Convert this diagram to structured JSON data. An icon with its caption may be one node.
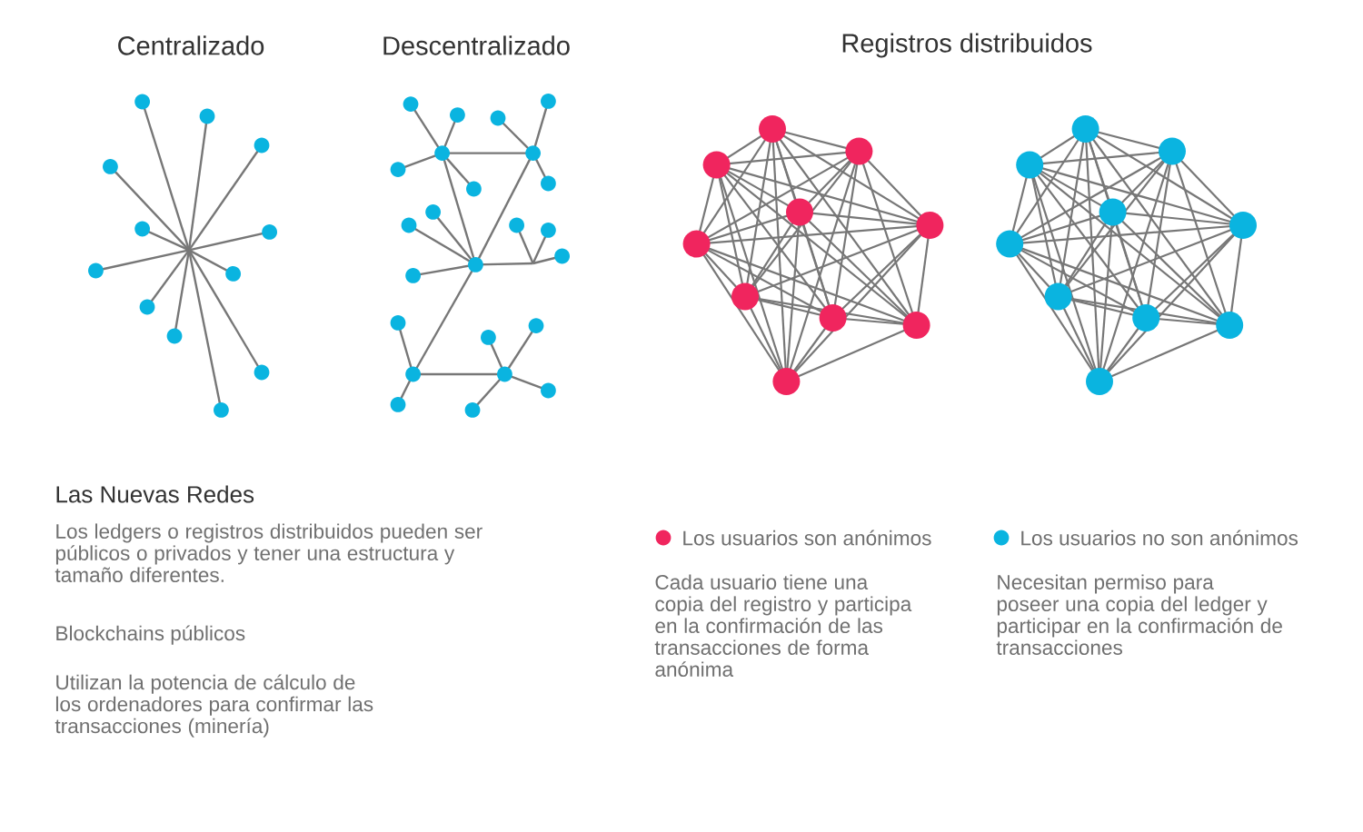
{
  "diagram": {
    "labels": [
      "Centralizado",
      "Descentralizado",
      "Registros distribuidos",
      "Las Nuevas Redes",
      "Los ledgers o registros distribuidos pueden ser públicos o privados y tener una estructura y tamaño diferentes.",
      "Blockchains públicos",
      "Utilizan la potencia de cálculo de los ordenadores para confirmar las transacciones (minería)",
      "Cada usuario tiene una copia del registro y participa en la confirmación de las transacciones de forma anónima",
      "Necesitan permiso para poseer una copia del ledger y participar en la confirmación de transacciones"
    ],
    "legend": [
      {
        "text": "Los usuarios son anónimos",
        "color": "#f0255e"
      },
      {
        "text": "Los usuarios no son anónimos",
        "color": "#0ab4e0"
      }
    ]
  }
}
